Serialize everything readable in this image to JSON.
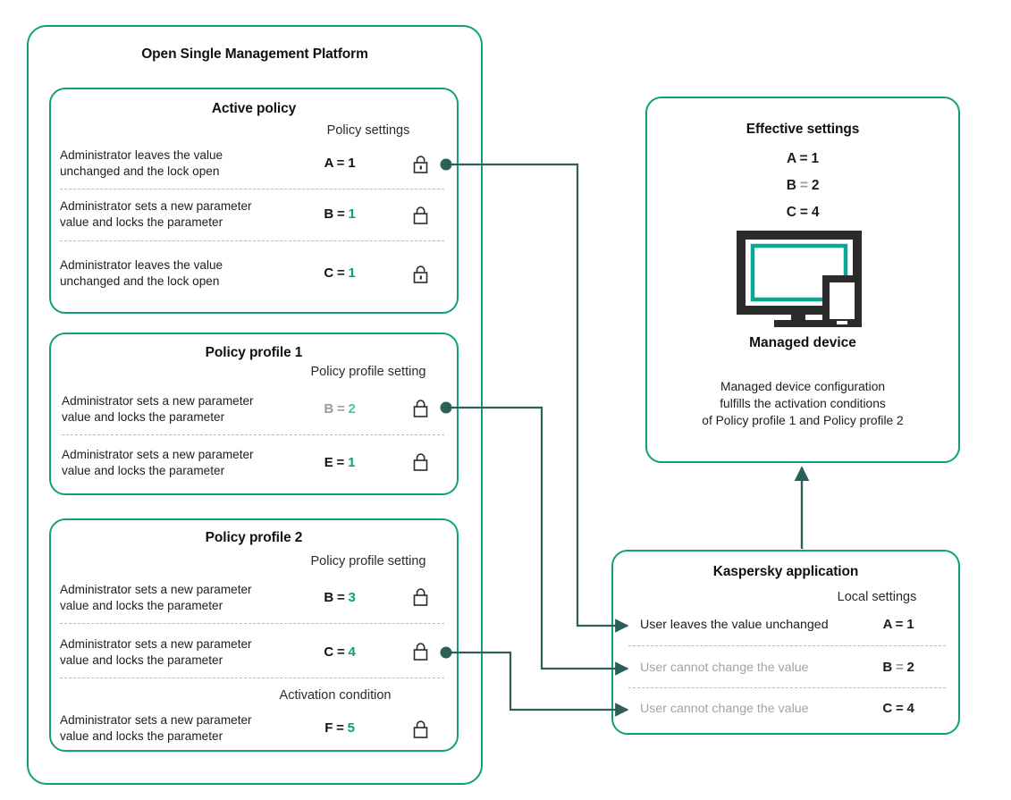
{
  "platform": {
    "title": "Open Single Management Platform",
    "active_policy": {
      "title": "Active policy",
      "column_header": "Policy settings",
      "rows": [
        {
          "desc": "Administrator leaves the value\nunchanged  and the lock open",
          "key": "A",
          "value": "1",
          "key_color": "black",
          "value_color": "black",
          "lock": "lock-open-icon"
        },
        {
          "desc": "Administrator sets a new parameter\n value and locks the parameter",
          "key": "B",
          "value": "1",
          "key_color": "black",
          "value_color": "teal",
          "lock": "lock-closed-icon"
        },
        {
          "desc": "Administrator leaves the value\nunchanged  and the lock open",
          "key": "C",
          "value": "1",
          "key_color": "black",
          "value_color": "teal",
          "lock": "lock-open-icon"
        }
      ]
    },
    "policy_profile_1": {
      "title": "Policy profile 1",
      "column_header": "Policy profile\nsetting",
      "rows": [
        {
          "desc": "Administrator sets a new parameter\nvalue and locks the parameter",
          "key": "B",
          "value": "2",
          "key_color": "muted",
          "value_color": "teal-light",
          "lock": "lock-closed-icon"
        },
        {
          "desc": "Administrator sets a new parameter\nvalue and locks the parameter",
          "key": "E",
          "value": "1",
          "key_color": "black",
          "value_color": "teal",
          "lock": "lock-closed-icon"
        }
      ]
    },
    "policy_profile_2": {
      "title": "Policy profile 2",
      "column_header": "Policy profile\nsetting",
      "column_header_2": "Activation condition",
      "rows": [
        {
          "desc": "Administrator sets a new parameter\n value and locks the parameter",
          "key": "B",
          "value": "3",
          "key_color": "black",
          "value_color": "teal",
          "lock": "lock-closed-icon"
        },
        {
          "desc": "Administrator sets a new parameter\n value and locks the parameter",
          "key": "C",
          "value": "4",
          "key_color": "black",
          "value_color": "teal",
          "lock": "lock-closed-icon"
        },
        {
          "desc": "Administrator sets a new parameter\nvalue and locks the parameter",
          "key": "F",
          "value": "5",
          "key_color": "black",
          "value_color": "teal",
          "lock": "lock-closed-icon"
        }
      ]
    }
  },
  "effective": {
    "title": "Effective settings",
    "values": [
      {
        "key": "A",
        "value": "1",
        "key_color": "black",
        "value_color": "black"
      },
      {
        "key": "B",
        "value": "2",
        "key_color": "muted",
        "value_color": "teal-light"
      },
      {
        "key": "C",
        "value": "4",
        "key_color": "black",
        "value_color": "teal"
      }
    ],
    "device_icon": "managed-device-icon",
    "device_label": "Managed device",
    "caption": "Managed device configuration\nfulfills the activation conditions\nof Policy profile 1 and Policy profile 2"
  },
  "kaspersky": {
    "title": "Kaspersky application",
    "column_header": "Local settings",
    "rows": [
      {
        "desc": "User leaves the value unchanged",
        "desc_color": "black",
        "key": "A",
        "value": "1",
        "key_color": "black",
        "value_color": "black"
      },
      {
        "desc": "User cannot change the value",
        "desc_color": "muted",
        "key": "B",
        "value": "2",
        "key_color": "muted",
        "value_color": "teal-light"
      },
      {
        "desc": "User cannot change the value",
        "desc_color": "muted",
        "key": "C",
        "value": "4",
        "key_color": "black",
        "value_color": "teal"
      }
    ]
  },
  "colors": {
    "brand_teal": "#0ea07e",
    "value_teal": "#0aa07d",
    "value_teal_light": "#4cc3ab",
    "connector": "#2b5f58",
    "muted_gray": "#a3a3a3",
    "divider_gray": "#b9b9b9",
    "ink": "#1d1d1d",
    "device_dark": "#2b2b2b"
  }
}
